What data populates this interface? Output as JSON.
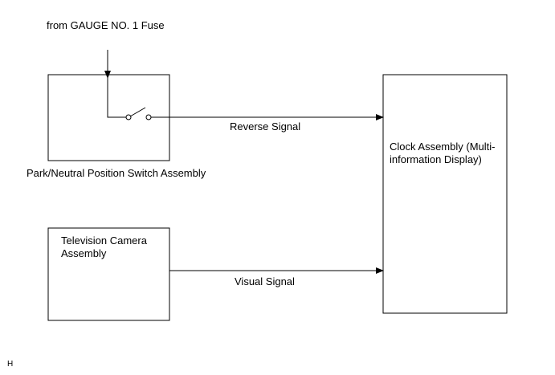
{
  "source_label": "from GAUGE NO. 1 Fuse",
  "blocks": {
    "park_neutral_switch": "Park/Neutral Position Switch Assembly",
    "tv_camera": "Television Camera Assembly",
    "clock_assembly": "Clock Assembly (Multi-information Display)"
  },
  "signals": {
    "reverse": "Reverse Signal",
    "visual": "Visual Signal"
  },
  "corner_mark": "H"
}
